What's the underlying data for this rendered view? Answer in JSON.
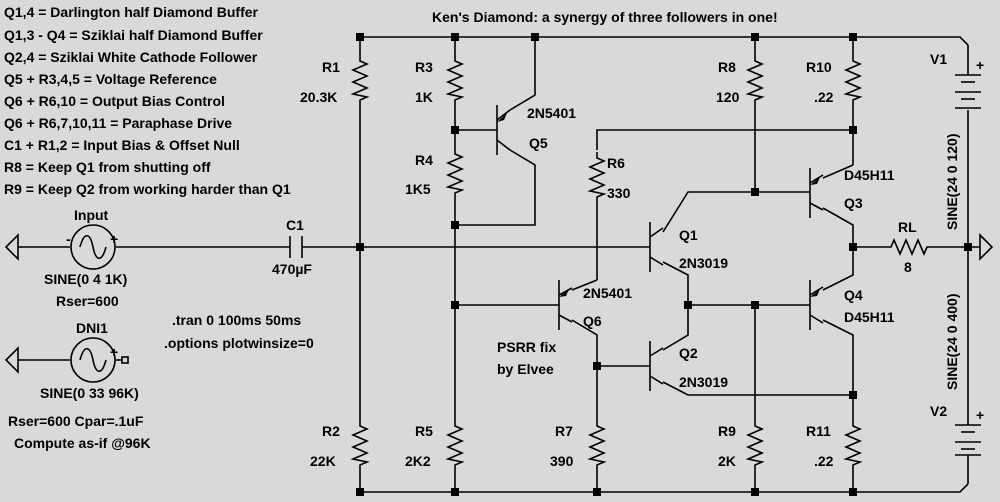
{
  "title": "Ken's Diamond: a synergy of three followers in one!",
  "notes": [
    "Q1,4 = Darlington half Diamond Buffer",
    "Q1,3 - Q4 = Sziklai half Diamond Buffer",
    "Q2,4 = Sziklai White Cathode Follower",
    "Q5 + R3,4,5 = Voltage Reference",
    "Q6 + R6,10 = Output Bias Control",
    "Q6 + R6,7,10,11 = Paraphase Drive",
    "C1 + R1,2 = Input Bias & Offset Null",
    "R8 = Keep Q1 from shutting off",
    "R9 = Keep Q2 from working harder than Q1"
  ],
  "directives": [
    ".tran 0 100ms 50ms",
    ".options plotwinsize=0"
  ],
  "psrr_note": [
    "PSRR fix",
    "by Elvee"
  ],
  "sources": {
    "input": {
      "name": "Input",
      "value": "SINE(0 4 1K)",
      "param": "Rser=600"
    },
    "dni1": {
      "name": "DNI1",
      "value": "SINE(0 33 96K)",
      "param": "Rser=600 Cpar=.1uF",
      "param2": "Compute as-if @96K"
    },
    "v1": {
      "name": "V1",
      "value": "SINE(24 0 120)"
    },
    "v2": {
      "name": "V2",
      "value": "SINE(24 0 400)"
    }
  },
  "resistors": [
    {
      "name": "R1",
      "value": "20.3K"
    },
    {
      "name": "R2",
      "value": "22K"
    },
    {
      "name": "R3",
      "value": "1K"
    },
    {
      "name": "R4",
      "value": "1K5"
    },
    {
      "name": "R5",
      "value": "2K2"
    },
    {
      "name": "R6",
      "value": "330"
    },
    {
      "name": "R7",
      "value": "390"
    },
    {
      "name": "R8",
      "value": "120"
    },
    {
      "name": "R9",
      "value": "2K"
    },
    {
      "name": "R10",
      "value": ".22"
    },
    {
      "name": "R11",
      "value": ".22"
    },
    {
      "name": "RL",
      "value": "8"
    }
  ],
  "capacitors": [
    {
      "name": "C1",
      "value": "470µF"
    }
  ],
  "transistors": [
    {
      "name": "Q1",
      "part": "2N3019"
    },
    {
      "name": "Q2",
      "part": "2N3019"
    },
    {
      "name": "Q3",
      "part": "D45H11"
    },
    {
      "name": "Q4",
      "part": "D45H11"
    },
    {
      "name": "Q5",
      "part": "2N5401"
    },
    {
      "name": "Q6",
      "part": "2N5401"
    }
  ],
  "polarity": {
    "plus": "+",
    "minus": "-"
  }
}
